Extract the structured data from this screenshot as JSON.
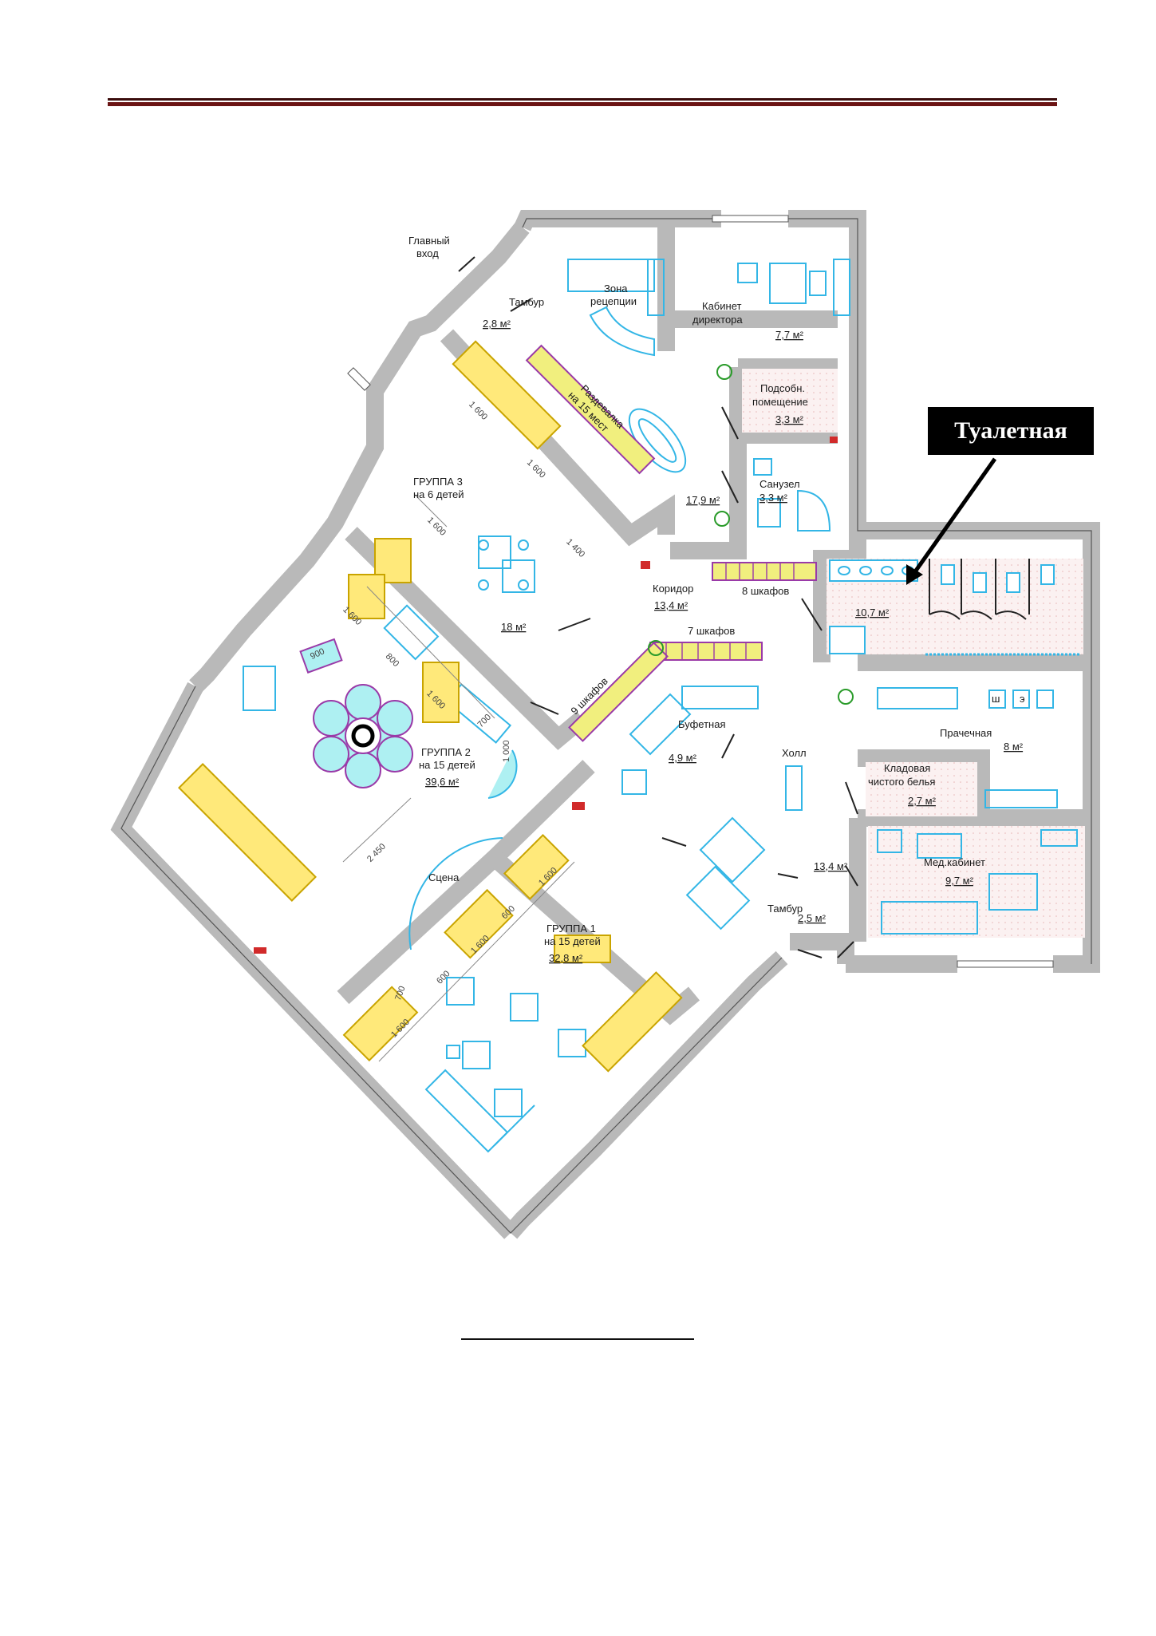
{
  "callout": {
    "label": "Туалетная"
  },
  "rooms": {
    "main_entrance": [
      "Главный",
      "вход"
    ],
    "tambur_top": "Тамбур",
    "tambur_top_area": "2,8 м²",
    "reception": [
      "Зона",
      "рецепции"
    ],
    "director": [
      "Кабинет",
      "директора"
    ],
    "director_area": "7,7 м²",
    "utility": [
      "Подсобн.",
      "помещение"
    ],
    "utility_area": "3,3 м²",
    "wc": "Санузел",
    "wc_area": "3,3 м²",
    "cloakroom": [
      "Раздевалка",
      "на 15 мест"
    ],
    "lobby_area": "17,9 м²",
    "group3": [
      "ГРУППА 3",
      "на 6 детей"
    ],
    "group3_area": "18 м²",
    "corridor": "Коридор",
    "corridor_area": "13,4 м²",
    "lockers8": "8 шкафов",
    "lockers7": "7 шкафов",
    "lockers9": "9 шкафов",
    "toilet_area": "10,7 м²",
    "group2": [
      "ГРУППА 2",
      "на 15 детей"
    ],
    "group2_area": "39,6 м²",
    "pantry": "Буфетная",
    "pantry_area": "4,9 м²",
    "hall": "Холл",
    "hall_area": "13,4 м²",
    "laundry": "Прачечная",
    "laundry_area": "8 м²",
    "linen": [
      "Кладовая",
      "чистого белья"
    ],
    "linen_area": "2,7 м²",
    "medical": "Мед.кабинет",
    "medical_area": "9,7 м²",
    "stage": "Сцена",
    "group1": [
      "ГРУППА 1",
      "на 15 детей"
    ],
    "group1_area": "32,8 м²",
    "tambur_bottom": "Тамбур",
    "tambur_bottom_area": "2,5 м²"
  },
  "dimensions": {
    "d1600": "1 600",
    "d1400": "1 400",
    "d800": "800",
    "d700": "700",
    "d900": "900",
    "d1000": "1 000",
    "d2450": "2 450",
    "d600": "600"
  },
  "colors": {
    "wall": "#b9b9b9",
    "wall_edge": "#555555",
    "furniture_yellow": "#ffe97a",
    "furniture_blue": "#33b6e6",
    "lockers_purple": "#9a3aa8",
    "lockers_fill": "#f1ef7e",
    "rule_dark": "#6b1414"
  },
  "labels_ru": {
    "wc_unit": "ш",
    "wc_unit2": "э"
  }
}
